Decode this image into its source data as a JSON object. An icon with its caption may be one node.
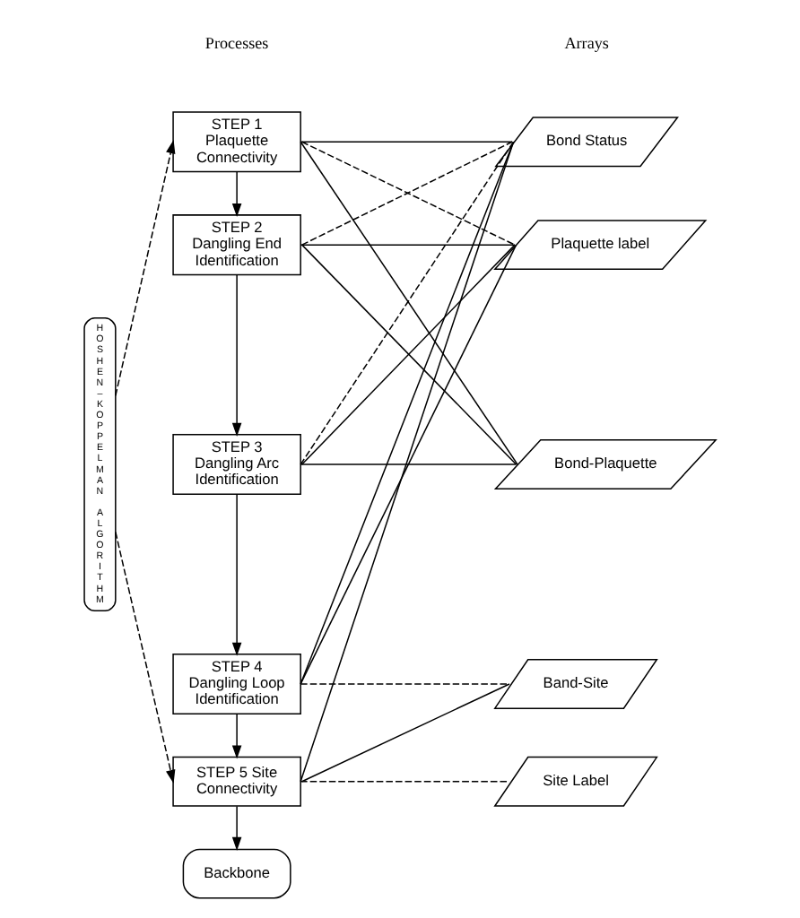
{
  "diagram": {
    "nodes": [
      {
        "text": [
          "HOSHEN–KOPPELMAN ALGORITHM"
        ]
      },
      {
        "text": [
          "STEP 1 Plaquette Connectivity"
        ]
      },
      {
        "text": [
          "STEP 2 Dangling End Identification"
        ]
      },
      {
        "text": [
          "STEP 3 Dangling Arc Identification"
        ]
      },
      {
        "text": [
          "STEP 4 Dangling Loop Identification"
        ]
      },
      {
        "text": [
          "STEP 5 Site Connectivity"
        ]
      },
      {
        "text": [
          "Backbone"
        ]
      },
      {
        "text": [
          "Bond Status"
        ]
      },
      {
        "text": [
          "Plaquette label"
        ]
      },
      {
        "text": [
          "Bond-Plaquette"
        ]
      },
      {
        "text": [
          "Band-Site"
        ]
      },
      {
        "text": [
          "Site Label"
        ]
      }
    ],
    "edges": [
      {
        "from": 0,
        "to": 1,
        "arrow": "to",
        "style": "dashed"
      },
      {
        "from": 0,
        "to": 5,
        "arrow": "to",
        "style": "dashed"
      },
      {
        "from": 1,
        "to": 2,
        "arrow": "to"
      },
      {
        "from": 2,
        "to": 3,
        "arrow": "to"
      },
      {
        "from": 3,
        "to": 4,
        "arrow": "to"
      },
      {
        "from": 4,
        "to": 5,
        "arrow": "to"
      },
      {
        "from": 5,
        "to": 6,
        "arrow": "to"
      },
      {
        "from": 1,
        "to": 7,
        "arrow": "none"
      },
      {
        "from": 1,
        "to": 8,
        "arrow": "none",
        "style": "dashed"
      },
      {
        "from": 1,
        "to": 9,
        "arrow": "none"
      },
      {
        "from": 2,
        "to": 7,
        "arrow": "none",
        "style": "dashed"
      },
      {
        "from": 2,
        "to": 8,
        "arrow": "none"
      },
      {
        "from": 2,
        "to": 9,
        "arrow": "none"
      },
      {
        "from": 3,
        "to": 7,
        "arrow": "none",
        "style": "dashed"
      },
      {
        "from": 3,
        "to": 8,
        "arrow": "none"
      },
      {
        "from": 3,
        "to": 9,
        "arrow": "none"
      },
      {
        "from": 4,
        "to": 7,
        "arrow": "none"
      },
      {
        "from": 4,
        "to": 8,
        "arrow": "none"
      },
      {
        "from": 4,
        "to": 10,
        "arrow": "none",
        "style": "dashed"
      },
      {
        "from": 5,
        "to": 7,
        "arrow": "none"
      },
      {
        "from": 5,
        "to": 10,
        "arrow": "none"
      },
      {
        "from": 5,
        "to": 11,
        "arrow": "none",
        "style": "dashed"
      }
    ],
    "labels": [
      "Processes",
      "Arrays"
    ]
  }
}
